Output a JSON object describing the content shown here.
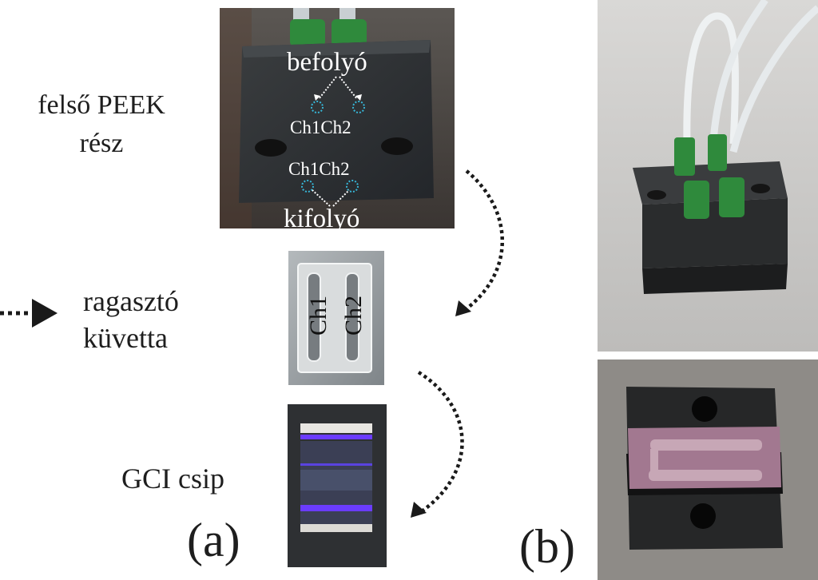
{
  "labels": {
    "upper_peek_line1": "felső PEEK",
    "upper_peek_line2": "rész",
    "adhesive_line1": "ragasztó",
    "adhesive_line2": "küvetta",
    "gci_chip": "GCI csip",
    "panel_a": "(a)",
    "panel_b": "(b)"
  },
  "photo_peek": {
    "inflow": "befolyó",
    "outflow": "kifolyó",
    "channels_top": "Ch1Ch2",
    "channels_bottom": "Ch1Ch2"
  },
  "photo_cuvette": {
    "ch1": "Ch1",
    "ch2": "Ch2"
  },
  "colors": {
    "arrow": "#1a1a1a",
    "block": "#2c2e2f",
    "fitting_green": "#2f8a3c",
    "port_marker": "#37b7d8",
    "chip_violet": "#6b3cff"
  }
}
